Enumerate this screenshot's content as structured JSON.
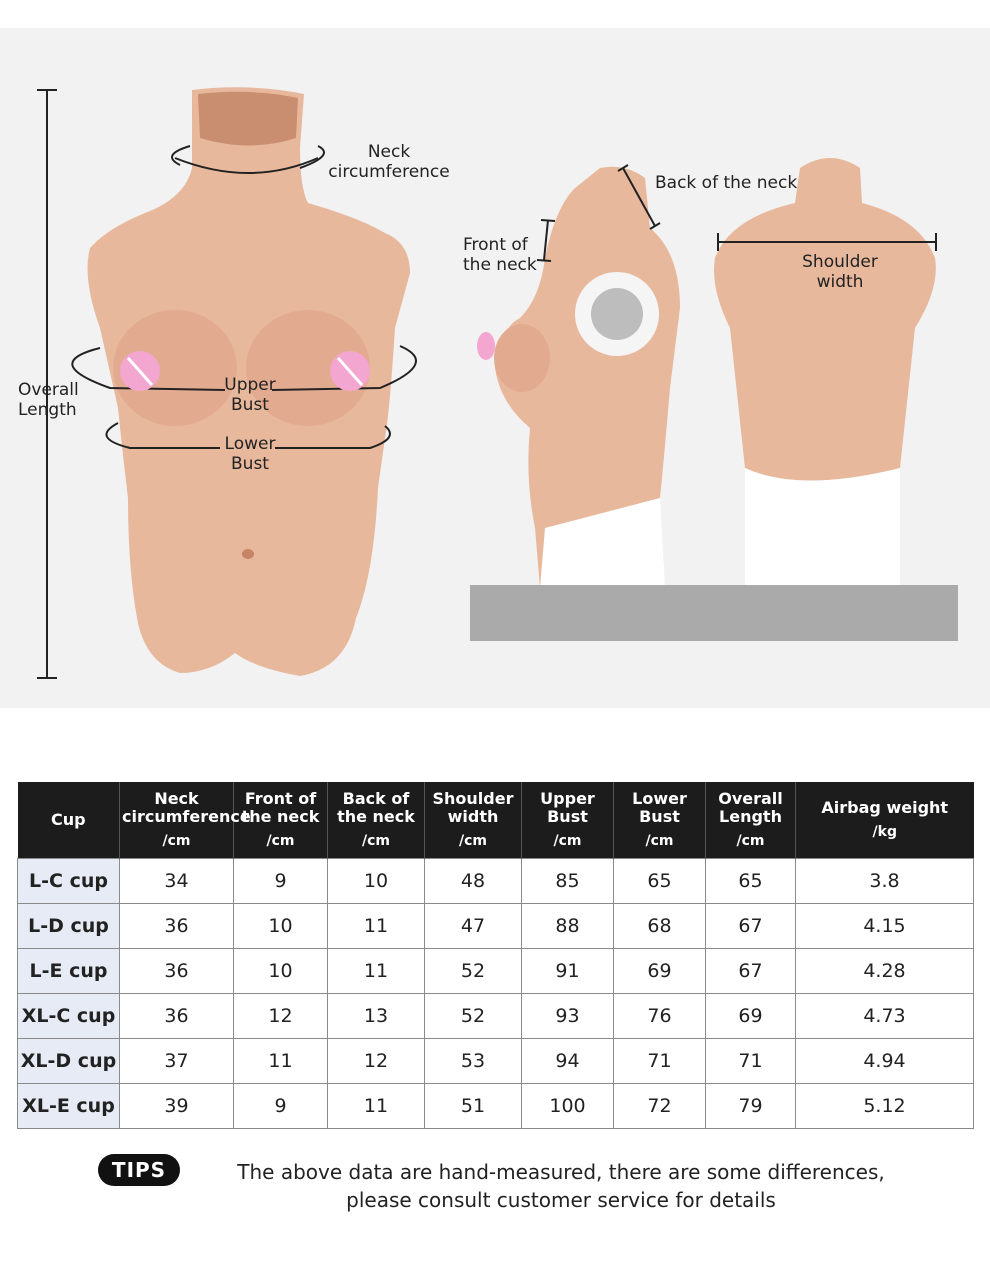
{
  "labels": {
    "neck_circumference": [
      "Neck",
      "circumference"
    ],
    "upper_bust": [
      "Upper",
      "Bust"
    ],
    "lower_bust": [
      "Lower",
      "Bust"
    ],
    "overall_length": [
      "Overall",
      "Length"
    ],
    "front_of_neck": [
      "Front of",
      "the neck"
    ],
    "back_of_neck": "Back of the neck",
    "shoulder_width": [
      "Shoulder",
      "width"
    ]
  },
  "table": {
    "headers": [
      {
        "lines": [
          "Cup"
        ],
        "unit": ""
      },
      {
        "lines": [
          "Neck",
          "circumference"
        ],
        "unit": "/cm"
      },
      {
        "lines": [
          "Front of",
          "the neck"
        ],
        "unit": "/cm"
      },
      {
        "lines": [
          "Back of",
          "the neck"
        ],
        "unit": "/cm"
      },
      {
        "lines": [
          "Shoulder",
          "width"
        ],
        "unit": "/cm"
      },
      {
        "lines": [
          "Upper",
          "Bust"
        ],
        "unit": "/cm"
      },
      {
        "lines": [
          "Lower",
          "Bust"
        ],
        "unit": "/cm"
      },
      {
        "lines": [
          "Overall",
          "Length"
        ],
        "unit": "/cm"
      },
      {
        "lines": [
          "Airbag weight"
        ],
        "unit": "/kg"
      }
    ],
    "rows": [
      [
        "L-C cup",
        "34",
        "9",
        "10",
        "48",
        "85",
        "65",
        "65",
        "3.8"
      ],
      [
        "L-D cup",
        "36",
        "10",
        "11",
        "47",
        "88",
        "68",
        "67",
        "4.15"
      ],
      [
        "L-E cup",
        "36",
        "10",
        "11",
        "52",
        "91",
        "69",
        "67",
        "4.28"
      ],
      [
        "XL-C cup",
        "36",
        "12",
        "13",
        "52",
        "93",
        "76",
        "69",
        "4.73"
      ],
      [
        "XL-D cup",
        "37",
        "11",
        "12",
        "53",
        "94",
        "71",
        "71",
        "4.94"
      ],
      [
        "XL-E cup",
        "39",
        "9",
        "11",
        "51",
        "100",
        "72",
        "79",
        "5.12"
      ]
    ]
  },
  "tips": {
    "badge": "TIPS",
    "line1": "The above data are hand-measured, there are some differences,",
    "line2": "please consult customer service for details"
  },
  "colors": {
    "skin": "#e8b89d",
    "skin_shade": "#d9a287",
    "neck_inner": "#c98e70",
    "marker": "#f3a6cf",
    "table_header": "#1c1c1c",
    "cup_cell": "#e6ebf5"
  }
}
